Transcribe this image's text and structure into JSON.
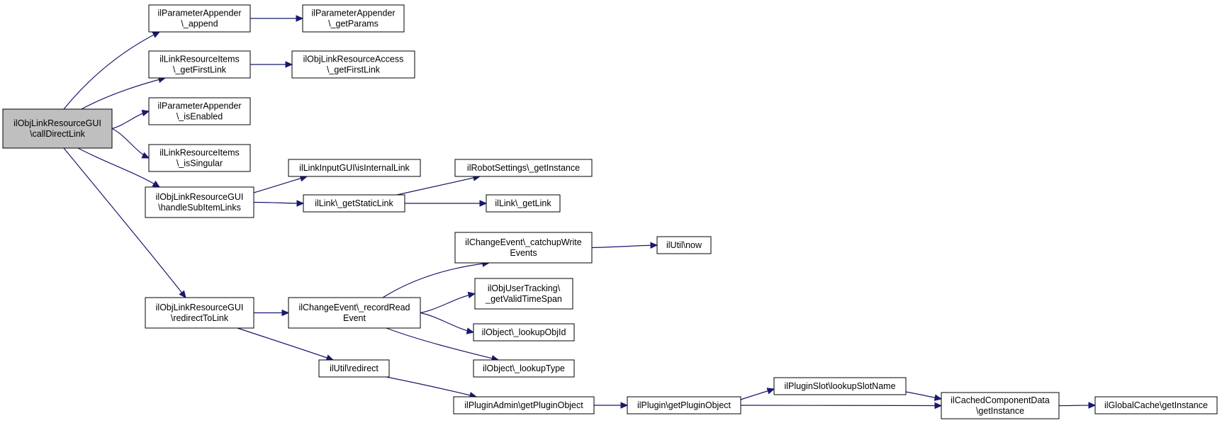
{
  "nodes": [
    {
      "id": "n0",
      "lines": [
        "ilObjLinkResourceGUI",
        "\\callDirectLink"
      ],
      "root": true
    },
    {
      "id": "n1",
      "lines": [
        "ilParameterAppender",
        "\\_append"
      ]
    },
    {
      "id": "n2",
      "lines": [
        "ilParameterAppender",
        "\\_getParams"
      ]
    },
    {
      "id": "n3",
      "lines": [
        "ilLinkResourceItems",
        "\\_getFirstLink"
      ]
    },
    {
      "id": "n4",
      "lines": [
        "ilObjLinkResourceAccess",
        "\\_getFirstLink"
      ]
    },
    {
      "id": "n5",
      "lines": [
        "ilParameterAppender",
        "\\_isEnabled"
      ]
    },
    {
      "id": "n6",
      "lines": [
        "ilLinkResourceItems",
        "\\_isSingular"
      ]
    },
    {
      "id": "n7",
      "lines": [
        "ilObjLinkResourceGUI",
        "\\handleSubItemLinks"
      ]
    },
    {
      "id": "n8",
      "lines": [
        "ilLinkInputGUI\\isInternalLink"
      ]
    },
    {
      "id": "n9",
      "lines": [
        "ilLink\\_getStaticLink"
      ]
    },
    {
      "id": "n10",
      "lines": [
        "ilRobotSettings\\_getInstance"
      ]
    },
    {
      "id": "n11",
      "lines": [
        "ilLink\\_getLink"
      ]
    },
    {
      "id": "n12",
      "lines": [
        "ilObjLinkResourceGUI",
        "\\redirectToLink"
      ]
    },
    {
      "id": "n13",
      "lines": [
        "ilChangeEvent\\_recordRead",
        "Event"
      ]
    },
    {
      "id": "n14",
      "lines": [
        "ilChangeEvent\\_catchupWrite",
        "Events"
      ]
    },
    {
      "id": "n15",
      "lines": [
        "ilUtil\\now"
      ]
    },
    {
      "id": "n16",
      "lines": [
        "ilObjUserTracking\\",
        "_getValidTimeSpan"
      ]
    },
    {
      "id": "n17",
      "lines": [
        "ilObject\\_lookupObjId"
      ]
    },
    {
      "id": "n18",
      "lines": [
        "ilObject\\_lookupType"
      ]
    },
    {
      "id": "n19",
      "lines": [
        "ilUtil\\redirect"
      ]
    },
    {
      "id": "n20",
      "lines": [
        "ilPluginAdmin\\getPluginObject"
      ]
    },
    {
      "id": "n21",
      "lines": [
        "ilPlugin\\getPluginObject"
      ]
    },
    {
      "id": "n22",
      "lines": [
        "ilPluginSlot\\lookupSlotName"
      ]
    },
    {
      "id": "n23",
      "lines": [
        "ilCachedComponentData",
        "\\getInstance"
      ]
    },
    {
      "id": "n24",
      "lines": [
        "ilGlobalCache\\getInstance"
      ]
    }
  ],
  "edges": [
    [
      "n0",
      "n1"
    ],
    [
      "n0",
      "n3"
    ],
    [
      "n0",
      "n5"
    ],
    [
      "n0",
      "n6"
    ],
    [
      "n0",
      "n7"
    ],
    [
      "n0",
      "n12"
    ],
    [
      "n1",
      "n2"
    ],
    [
      "n3",
      "n4"
    ],
    [
      "n7",
      "n8"
    ],
    [
      "n7",
      "n9"
    ],
    [
      "n9",
      "n10"
    ],
    [
      "n9",
      "n11"
    ],
    [
      "n12",
      "n13"
    ],
    [
      "n12",
      "n19"
    ],
    [
      "n13",
      "n14"
    ],
    [
      "n13",
      "n16"
    ],
    [
      "n13",
      "n17"
    ],
    [
      "n13",
      "n18"
    ],
    [
      "n14",
      "n15"
    ],
    [
      "n19",
      "n20"
    ],
    [
      "n20",
      "n21"
    ],
    [
      "n21",
      "n22"
    ],
    [
      "n21",
      "n23"
    ],
    [
      "n22",
      "n23"
    ],
    [
      "n23",
      "n24"
    ]
  ]
}
